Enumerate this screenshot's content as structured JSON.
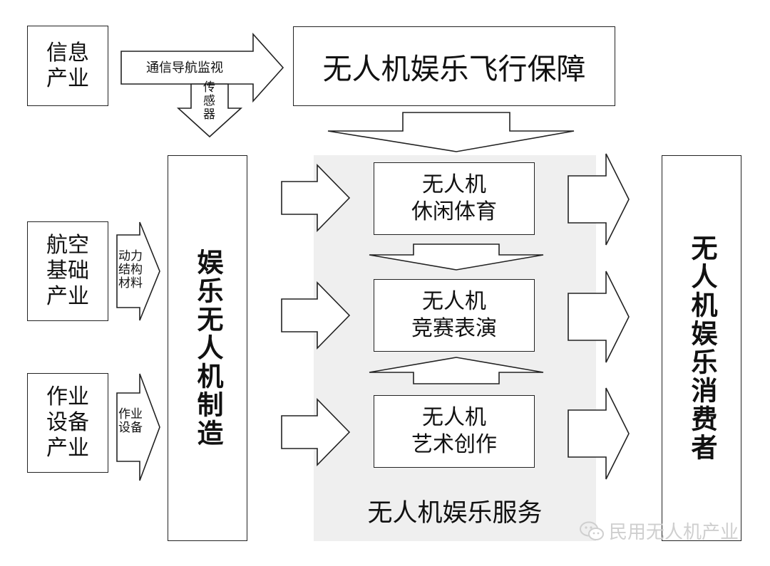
{
  "sources": {
    "info": "信息\n产业",
    "aviation": "航空\n基础\n产业",
    "equipment": "作业\n设备\n产业"
  },
  "arrow_labels": {
    "comm": "通信导航监视",
    "sensor": "传\n感\n器",
    "power": "动力\n结构\n材料",
    "device": "作业\n设备"
  },
  "guarantee": "无人机娱乐飞行保障",
  "manufacture": "娱乐无人机制造",
  "services": {
    "leisure": "无人机\n休闲体育",
    "competition": "无人机\n竞赛表演",
    "art": "无人机\n艺术创作",
    "panel_label": "无人机娱乐服务"
  },
  "consumer": "无人机娱乐消费者",
  "watermark": "民用无人机产业"
}
